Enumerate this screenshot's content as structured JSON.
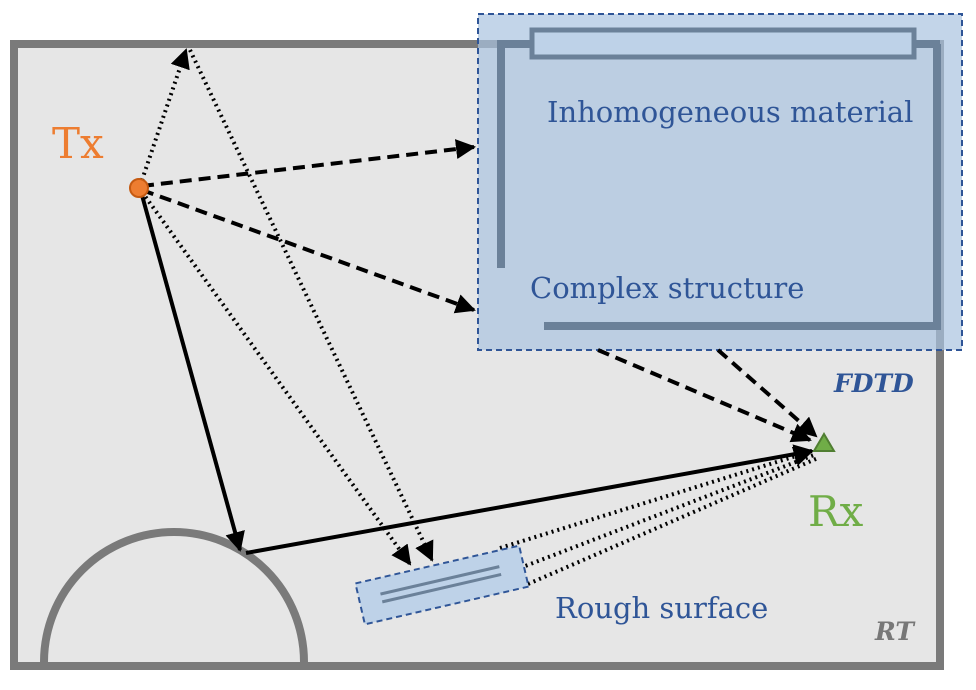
{
  "labels": {
    "tx": "Tx",
    "rx": "Rx",
    "inhomogeneous": "Inhomogeneous material",
    "complex": "Complex structure",
    "fdtd": "FDTD",
    "rough": "Rough surface",
    "rt": "RT"
  },
  "colors": {
    "tx": "#ed7d31",
    "rx": "#70ad47",
    "region_text": "#2f5597",
    "region_fill": "#a9c3df",
    "region_border": "#2f5597",
    "wall": "#7a7a7a",
    "wall_fdtd": "#6b8199",
    "background": "#e6e6e6",
    "corner_text": "#777777"
  }
}
